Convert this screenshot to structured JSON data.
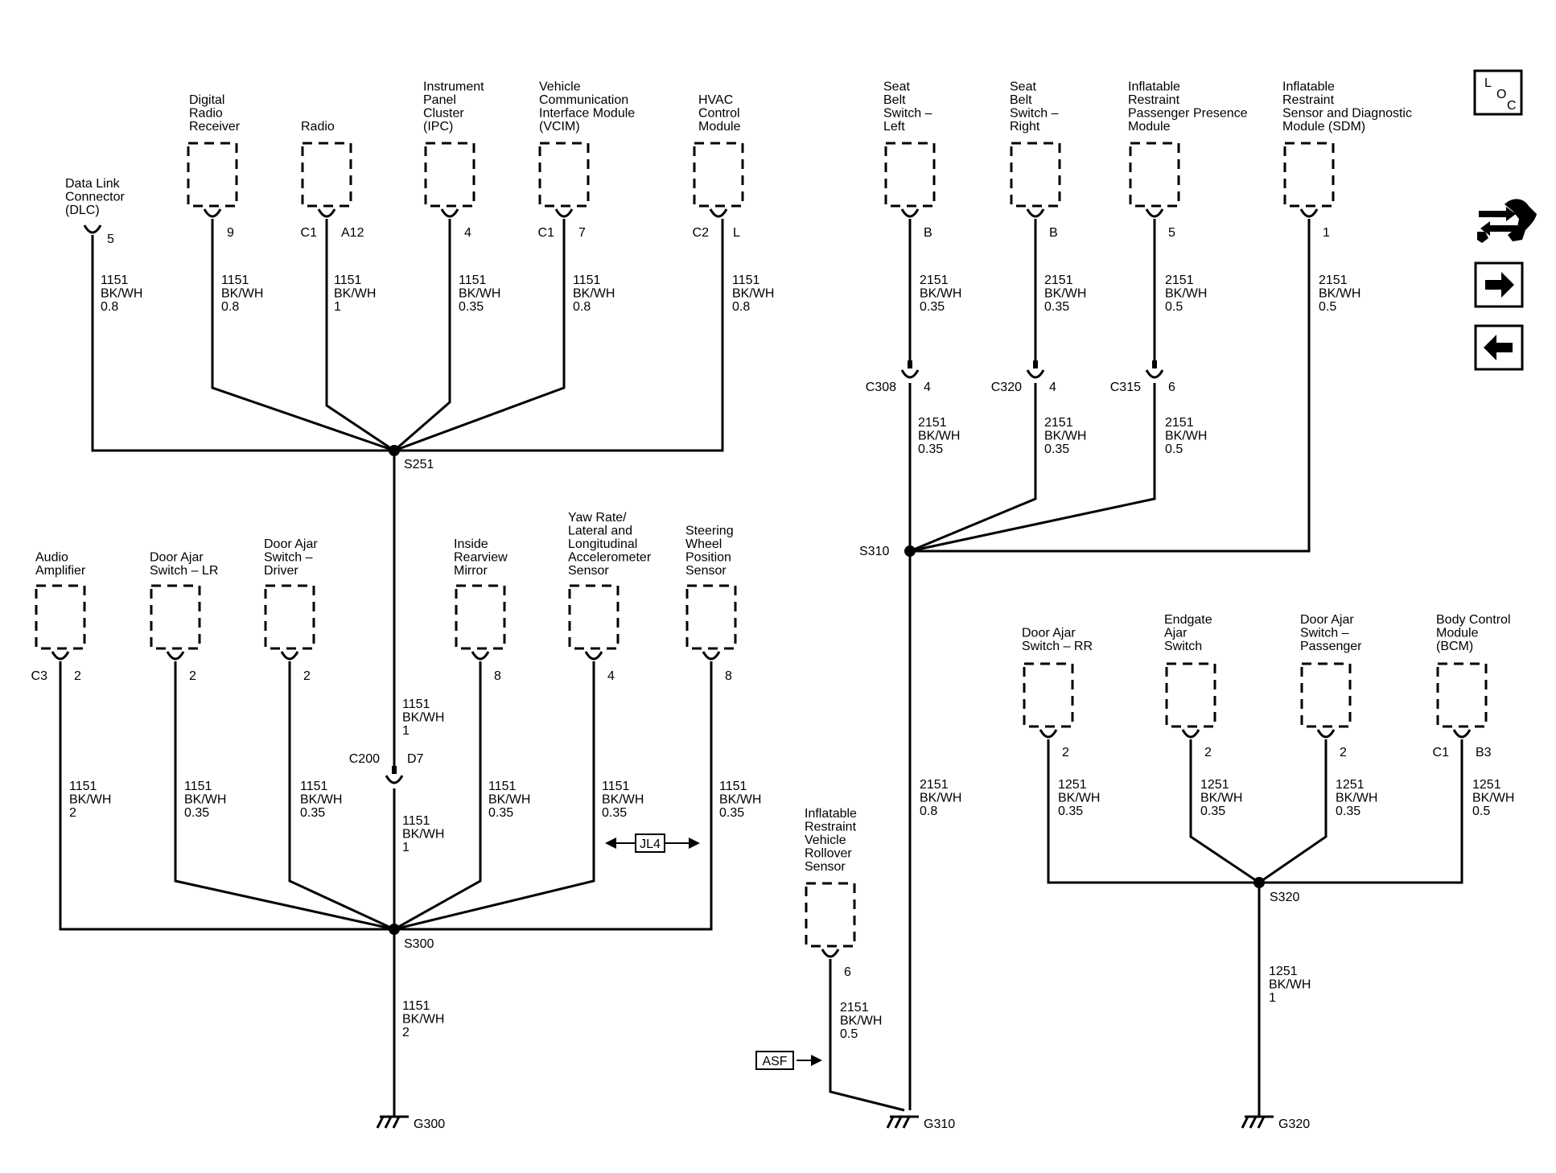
{
  "components": [
    {
      "id": "dlc",
      "lines": [
        "Data Link",
        "Connector",
        "(DLC)"
      ],
      "no_box": true
    },
    {
      "id": "drr",
      "lines": [
        "Digital",
        "Radio",
        "Receiver"
      ]
    },
    {
      "id": "radio",
      "lines": [
        "Radio"
      ]
    },
    {
      "id": "ipc",
      "lines": [
        "Instrument",
        "Panel",
        "Cluster",
        "(IPC)"
      ]
    },
    {
      "id": "vcim",
      "lines": [
        "Vehicle",
        "Communication",
        "Interface Module",
        "(VCIM)"
      ]
    },
    {
      "id": "hvac",
      "lines": [
        "HVAC",
        "Control",
        "Module"
      ]
    },
    {
      "id": "amp",
      "lines": [
        "Audio",
        "Amplifier"
      ]
    },
    {
      "id": "dalr",
      "lines": [
        "Door Ajar",
        "Switch – LR"
      ]
    },
    {
      "id": "dadrv",
      "lines": [
        "Door Ajar",
        "Switch –",
        "Driver"
      ]
    },
    {
      "id": "mirror",
      "lines": [
        "Inside",
        "Rearview",
        "Mirror"
      ]
    },
    {
      "id": "yaw",
      "lines": [
        "Yaw Rate/",
        "Lateral and",
        "Longitudinal",
        "Accelerometer",
        "Sensor"
      ]
    },
    {
      "id": "swps",
      "lines": [
        "Steering",
        "Wheel",
        "Position",
        "Sensor"
      ]
    },
    {
      "id": "sbl",
      "lines": [
        "Seat",
        "Belt",
        "Switch –",
        "Left"
      ]
    },
    {
      "id": "sbr",
      "lines": [
        "Seat",
        "Belt",
        "Switch –",
        "Right"
      ]
    },
    {
      "id": "irpp",
      "lines": [
        "Inflatable",
        "Restraint",
        "Passenger Presence",
        "Module"
      ]
    },
    {
      "id": "sdm",
      "lines": [
        "Inflatable",
        "Restraint",
        "Sensor and Diagnostic",
        "Module (SDM)"
      ]
    },
    {
      "id": "rollover",
      "lines": [
        "Inflatable",
        "Restraint",
        "Vehicle",
        "Rollover",
        "Sensor"
      ]
    },
    {
      "id": "darr",
      "lines": [
        "Door Ajar",
        "Switch – RR"
      ]
    },
    {
      "id": "endgate",
      "lines": [
        "Endgate",
        "Ajar",
        "Switch"
      ]
    },
    {
      "id": "dapass",
      "lines": [
        "Door Ajar",
        "Switch –",
        "Passenger"
      ]
    },
    {
      "id": "bcm",
      "lines": [
        "Body Control",
        "Module",
        "(BCM)"
      ]
    }
  ],
  "terminals": [
    {
      "id": "dlc",
      "pin": "5",
      "conn": ""
    },
    {
      "id": "drr",
      "pin": "9",
      "conn": ""
    },
    {
      "id": "radio",
      "pin": "A12",
      "conn": "C1"
    },
    {
      "id": "ipc",
      "pin": "4",
      "conn": ""
    },
    {
      "id": "vcim",
      "pin": "7",
      "conn": "C1"
    },
    {
      "id": "hvac",
      "pin": "L",
      "conn": "C2"
    },
    {
      "id": "amp",
      "pin": "2",
      "conn": "C3"
    },
    {
      "id": "dalr",
      "pin": "2",
      "conn": ""
    },
    {
      "id": "dadrv",
      "pin": "2",
      "conn": ""
    },
    {
      "id": "mirror",
      "pin": "8",
      "conn": ""
    },
    {
      "id": "yaw",
      "pin": "4",
      "conn": ""
    },
    {
      "id": "swps",
      "pin": "8",
      "conn": ""
    },
    {
      "id": "sbl",
      "pin": "B",
      "conn": ""
    },
    {
      "id": "sbr",
      "pin": "B",
      "conn": ""
    },
    {
      "id": "irpp",
      "pin": "5",
      "conn": ""
    },
    {
      "id": "sdm",
      "pin": "1",
      "conn": ""
    },
    {
      "id": "rollover",
      "pin": "6",
      "conn": ""
    },
    {
      "id": "darr",
      "pin": "2",
      "conn": ""
    },
    {
      "id": "endgate",
      "pin": "2",
      "conn": ""
    },
    {
      "id": "dapass",
      "pin": "2",
      "conn": ""
    },
    {
      "id": "bcm",
      "pin": "B3",
      "conn": "C1"
    },
    {
      "id": "c308",
      "pin": "4",
      "conn": "C308"
    },
    {
      "id": "c320",
      "pin": "4",
      "conn": "C320"
    },
    {
      "id": "c315",
      "pin": "6",
      "conn": "C315"
    },
    {
      "id": "c200",
      "pin": "D7",
      "conn": "C200"
    }
  ],
  "wire_labels": [
    {
      "id": "dlc",
      "lines": [
        "1151",
        "BK/WH",
        "0.8"
      ]
    },
    {
      "id": "drr",
      "lines": [
        "1151",
        "BK/WH",
        "0.8"
      ]
    },
    {
      "id": "radio",
      "lines": [
        "1151",
        "BK/WH",
        "1"
      ]
    },
    {
      "id": "ipc",
      "lines": [
        "1151",
        "BK/WH",
        "0.35"
      ]
    },
    {
      "id": "vcim",
      "lines": [
        "1151",
        "BK/WH",
        "0.8"
      ]
    },
    {
      "id": "hvac",
      "lines": [
        "1151",
        "BK/WH",
        "0.8"
      ]
    },
    {
      "id": "s251_c200",
      "lines": [
        "1151",
        "BK/WH",
        "1"
      ]
    },
    {
      "id": "c200_s300",
      "lines": [
        "1151",
        "BK/WH",
        "1"
      ]
    },
    {
      "id": "amp",
      "lines": [
        "1151",
        "BK/WH",
        "2"
      ]
    },
    {
      "id": "dalr",
      "lines": [
        "1151",
        "BK/WH",
        "0.35"
      ]
    },
    {
      "id": "dadrv",
      "lines": [
        "1151",
        "BK/WH",
        "0.35"
      ]
    },
    {
      "id": "mirror",
      "lines": [
        "1151",
        "BK/WH",
        "0.35"
      ]
    },
    {
      "id": "yaw",
      "lines": [
        "1151",
        "BK/WH",
        "0.35"
      ]
    },
    {
      "id": "swps",
      "lines": [
        "1151",
        "BK/WH",
        "0.35"
      ]
    },
    {
      "id": "s300_g300",
      "lines": [
        "1151",
        "BK/WH",
        "2"
      ]
    },
    {
      "id": "sbl_a",
      "lines": [
        "2151",
        "BK/WH",
        "0.35"
      ]
    },
    {
      "id": "sbr_a",
      "lines": [
        "2151",
        "BK/WH",
        "0.35"
      ]
    },
    {
      "id": "irpp_a",
      "lines": [
        "2151",
        "BK/WH",
        "0.5"
      ]
    },
    {
      "id": "sdm",
      "lines": [
        "2151",
        "BK/WH",
        "0.5"
      ]
    },
    {
      "id": "sbl_b",
      "lines": [
        "2151",
        "BK/WH",
        "0.35"
      ]
    },
    {
      "id": "sbr_b",
      "lines": [
        "2151",
        "BK/WH",
        "0.35"
      ]
    },
    {
      "id": "irpp_b",
      "lines": [
        "2151",
        "BK/WH",
        "0.5"
      ]
    },
    {
      "id": "s310_g310",
      "lines": [
        "2151",
        "BK/WH",
        "0.8"
      ]
    },
    {
      "id": "rollover",
      "lines": [
        "2151",
        "BK/WH",
        "0.5"
      ]
    },
    {
      "id": "darr",
      "lines": [
        "1251",
        "BK/WH",
        "0.35"
      ]
    },
    {
      "id": "endgate",
      "lines": [
        "1251",
        "BK/WH",
        "0.35"
      ]
    },
    {
      "id": "dapass",
      "lines": [
        "1251",
        "BK/WH",
        "0.35"
      ]
    },
    {
      "id": "bcm",
      "lines": [
        "1251",
        "BK/WH",
        "0.5"
      ]
    },
    {
      "id": "s320_g320",
      "lines": [
        "1251",
        "BK/WH",
        "1"
      ]
    }
  ],
  "splices": {
    "s251": "S251",
    "s300": "S300",
    "s310": "S310",
    "s320": "S320"
  },
  "grounds": {
    "g300": "G300",
    "g310": "G310",
    "g320": "G320"
  },
  "refs": {
    "jl4": "JL4",
    "asf": "ASF"
  },
  "nav": {
    "loc_l": "L",
    "loc_o": "O",
    "loc_c": "C"
  },
  "icons": [
    "loc-icon",
    "connector-tool-icon",
    "next-arrow-icon",
    "previous-arrow-icon"
  ]
}
